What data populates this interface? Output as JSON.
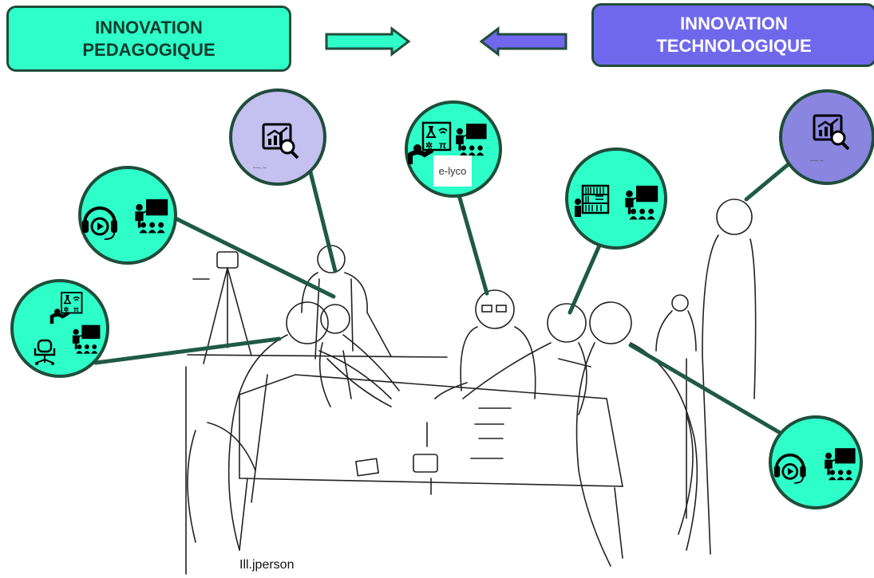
{
  "header": {
    "pedagogical_label": "INNOVATION\nPEDAGOGIQUE",
    "technological_label": "INNOVATION\nTECHNOLOGIQUE"
  },
  "colors": {
    "pedagogical": "#2effc9",
    "technological": "#7068ec",
    "analytics_light": "#c4c0f0",
    "analytics_dark": "#8a86e0",
    "border": "#1f4d3a",
    "line": "#1f5a45"
  },
  "circles": [
    {
      "id": "analytics-left",
      "icons": [
        "analytics-magnifier-icon"
      ],
      "label": ""
    },
    {
      "id": "science-lab",
      "icons": [
        "science-lab-icon",
        "teacher-class-icon"
      ],
      "label": "e-lyco"
    },
    {
      "id": "library",
      "icons": [
        "bookshelf-icon",
        "teacher-class-icon"
      ],
      "label": ""
    },
    {
      "id": "analytics-right",
      "icons": [
        "analytics-magnifier-icon"
      ],
      "label": ""
    },
    {
      "id": "headset-left",
      "icons": [
        "headset-play-icon",
        "teacher-class-icon"
      ],
      "label": ""
    },
    {
      "id": "science-chair",
      "icons": [
        "science-lab-icon",
        "teacher-class-icon",
        "office-chair-icon"
      ],
      "label": ""
    },
    {
      "id": "headset-right",
      "icons": [
        "headset-play-icon",
        "teacher-class-icon"
      ],
      "label": ""
    }
  ],
  "illustration": {
    "subject": "sketch of people collaborating around a table",
    "credit": "Ill.jperson"
  }
}
